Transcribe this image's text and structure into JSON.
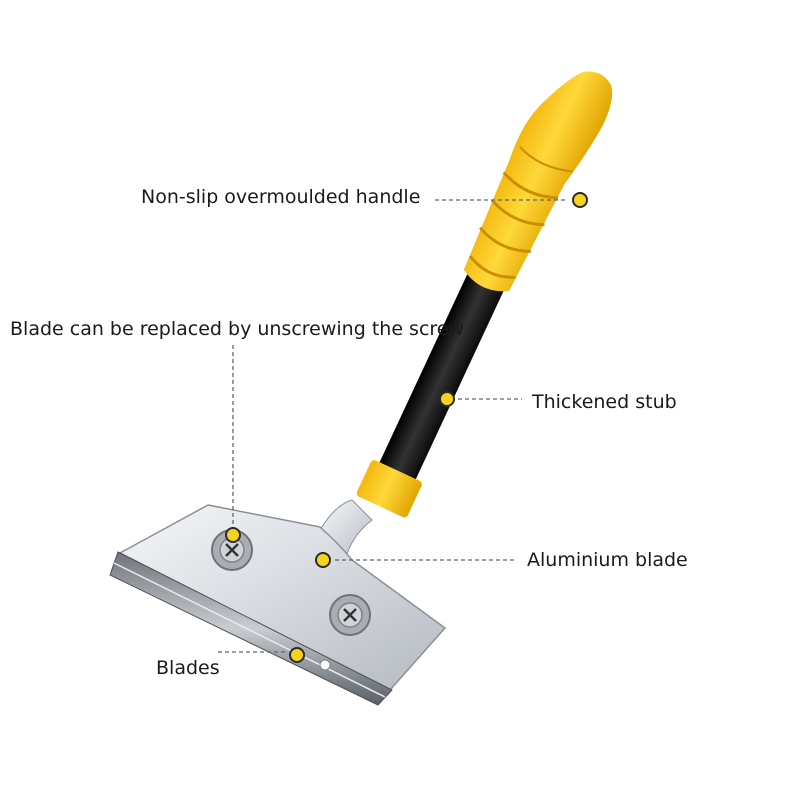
{
  "callouts": {
    "handle": "Non-slip overmoulded handle",
    "replace": "Blade can be replaced by unscrewing the screw",
    "stub": "Thickened stub",
    "aluminium": "Aluminium blade",
    "blades": "Blades"
  },
  "colors": {
    "handle_yellow": "#f7c21a",
    "shaft_black": "#1a1a1a",
    "blade_silver": "#d9dde2",
    "marker": "#f7d41c"
  }
}
